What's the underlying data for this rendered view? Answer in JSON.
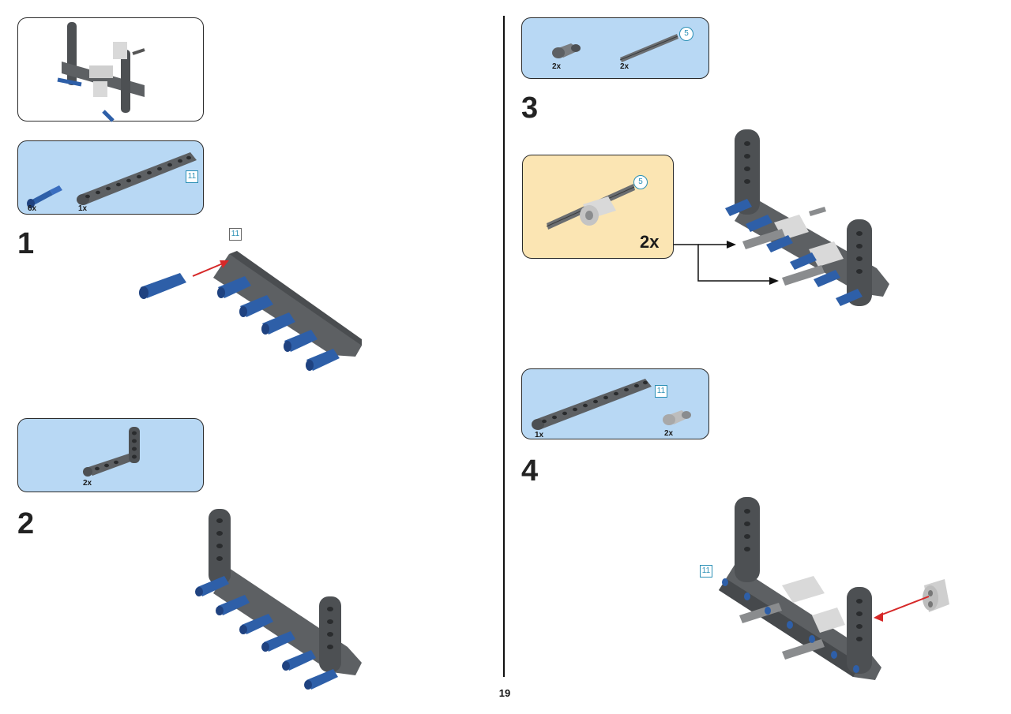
{
  "page_number": "19",
  "result_panel": {},
  "parts_panel_step1": {
    "pin_qty": "6x",
    "beam_qty": "1x",
    "beam_length": "11"
  },
  "step1": {
    "number": "1",
    "beam_length": "11"
  },
  "parts_panel_step2": {
    "lbeam_qty": "2x"
  },
  "step2": {
    "number": "2"
  },
  "parts_panel_step3": {
    "connector_qty": "2x",
    "axle_qty": "2x",
    "axle_length": "5"
  },
  "step3": {
    "number": "3",
    "subassembly_axle_length": "5",
    "subassembly_qty": "2x"
  },
  "parts_panel_step4": {
    "beam_qty": "1x",
    "beam_length": "11",
    "connector_qty": "2x"
  },
  "step4": {
    "number": "4",
    "beam_length": "11"
  },
  "colors": {
    "panel_blue": "#b8d8f4",
    "panel_yellow": "#fbe5b3",
    "beam_dark": "#5d6063",
    "pin_blue": "#2e5fa8",
    "arrow_red": "#d62828",
    "label_teal": "#2a8fb5"
  }
}
